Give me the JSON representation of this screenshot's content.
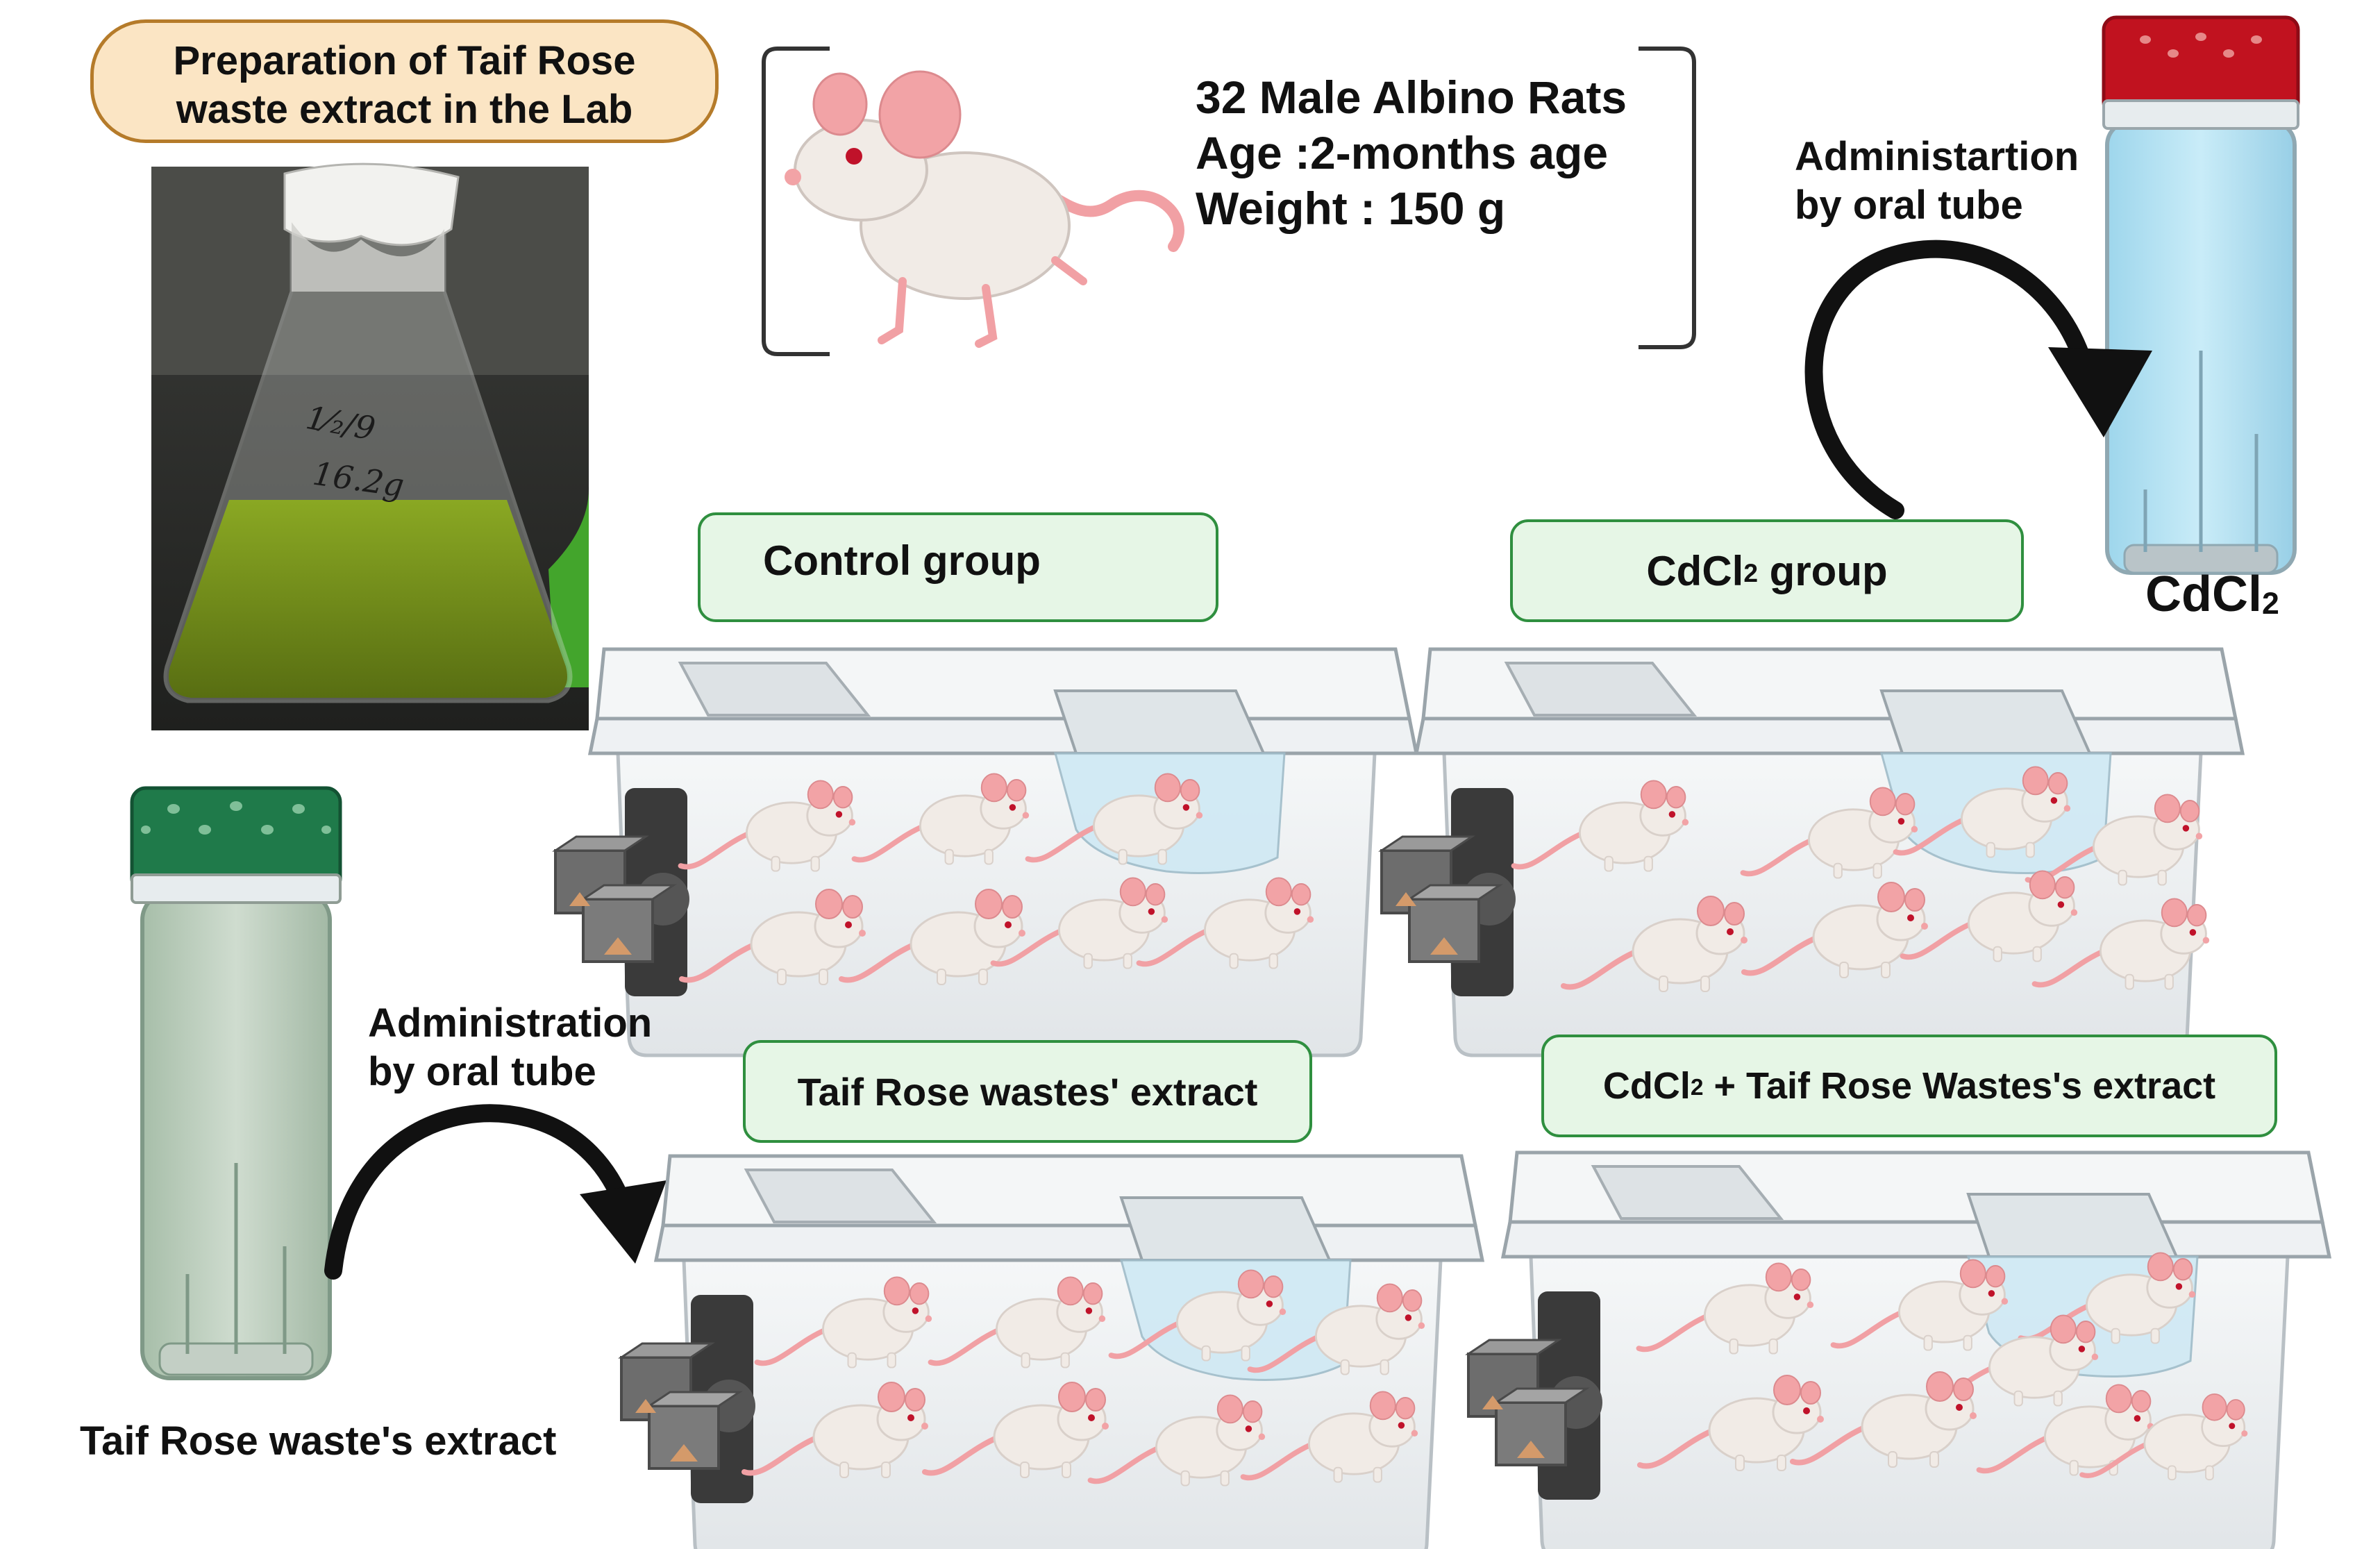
{
  "prep_label_line1": "Preparation of Taif Rose",
  "prep_label_line2": "waste extract in the Lab",
  "flask_note_line1": "1⁄₂/9",
  "flask_note_line2": "16.2g",
  "rats": {
    "count": "32 Male Albino Rats",
    "age": "Age :2-months age",
    "weight": "Weight : 150 g"
  },
  "top_admin": {
    "line1": "Administartion",
    "line2": "by oral tube"
  },
  "bottom_admin": {
    "line1": "Administration",
    "line2": "by oral tube"
  },
  "cdcl2_tube_label": "CdCl",
  "extract_tube_label": "Taif Rose waste's extract",
  "subscript_2": "2",
  "groups": {
    "control": "Control group",
    "cdcl2_prefix": "CdCl",
    "cdcl2_suffix": " group",
    "extract": "Taif Rose wastes' extract",
    "combo_prefix": "CdCl",
    "combo_suffix": " + Taif Rose Wastes's extract"
  },
  "colors": {
    "pill_fill": "#e6f6e6",
    "pill_border": "#2f8f3f",
    "prep_fill": "#fbe5c4",
    "prep_border": "#b57b2a",
    "cap_red": "#c1121f",
    "cap_green": "#1f7a4a",
    "liquid_blue": "#a8dcef",
    "liquid_green": "#b7cbb9",
    "flask_liquid": "#7a9a1c",
    "rat_body": "#f1ebe6",
    "rat_ear": "#f2a3a6"
  }
}
